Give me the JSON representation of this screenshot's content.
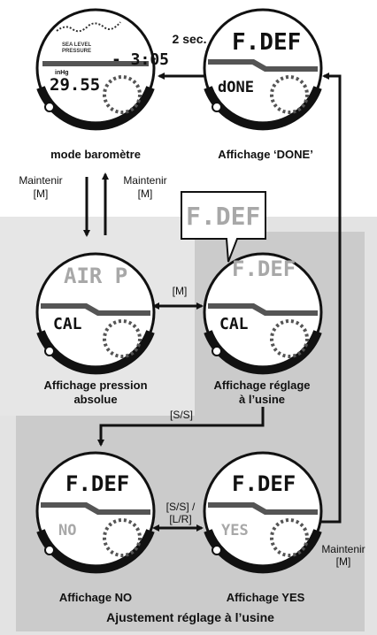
{
  "watches": {
    "barometer": {
      "top_text": "",
      "small_text": [
        "SEA LEVEL",
        "PRESSURE"
      ],
      "unit_text": "inHg",
      "value_right": "- 3:05",
      "bottom_text": "29.55",
      "caption": "mode baromètre"
    },
    "done": {
      "top_text": "F.DEF",
      "bottom_text": "dONE",
      "caption": "Affichage ‘DONE’"
    },
    "pressure": {
      "top_text": "AIR P",
      "bottom_text": "CAL",
      "caption_line1": "Affichage pression",
      "caption_line2": "absolue"
    },
    "factory": {
      "top_text": "F.DEF",
      "bottom_text": "CAL",
      "caption_line1": "Affichage réglage",
      "caption_line2": "à l’usine",
      "zoom_text": "F.DEF"
    },
    "no": {
      "top_text": "F.DEF",
      "bottom_text": "NO",
      "caption": "Affichage NO"
    },
    "yes": {
      "top_text": "F.DEF",
      "bottom_text": "YES",
      "caption": "Affichage  YES"
    }
  },
  "arrows": {
    "two_sec": "2 sec.",
    "hold_m_down": [
      "Maintenir",
      "[M]"
    ],
    "hold_m_up": [
      "Maintenir",
      "[M]"
    ],
    "m": "[M]",
    "ss": "[S/S]",
    "ss_lr": [
      "[S/S] /",
      "[L/R]"
    ],
    "hold_m_right": [
      "Maintenir",
      "[M]"
    ]
  },
  "section_title": "Ajustement réglage à l’usine",
  "colors": {
    "panel_gray": "#e3e3e3",
    "inner_gray": "#cbcbcb",
    "ink": "#111111",
    "faded": "#a8a8a8"
  }
}
